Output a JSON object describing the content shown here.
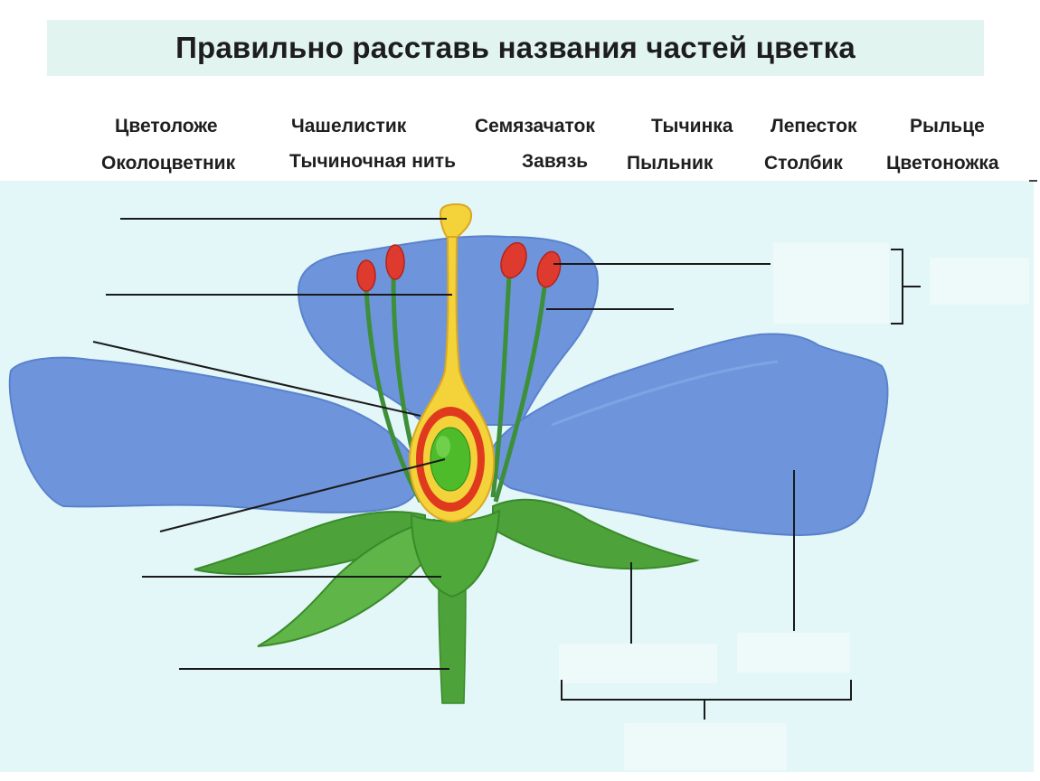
{
  "title": "Правильно расставь названия частей цветка",
  "terms_row1": [
    "Цветоложе",
    "Чашелистик",
    "Семязачаток",
    "Тычинка",
    "Лепесток",
    "Рыльце"
  ],
  "terms_row2": [
    "Околоцветник",
    "Тычиночная нить",
    "Завязь",
    "Пыльник",
    "Столбик",
    "Цветоножка"
  ],
  "colors": {
    "petal": "#6e95dc",
    "petal_edge": "#5a82cc",
    "pistil_yellow": "#f3d23a",
    "ovary_red": "#e03a1e",
    "ovule_green": "#4dbb2a",
    "sepal_green": "#4da33a",
    "anther_red": "#df3a2e",
    "filament_green": "#3d8f3a",
    "diagram_background": "#e3f6f8",
    "title_band": "#e2f4f0"
  }
}
